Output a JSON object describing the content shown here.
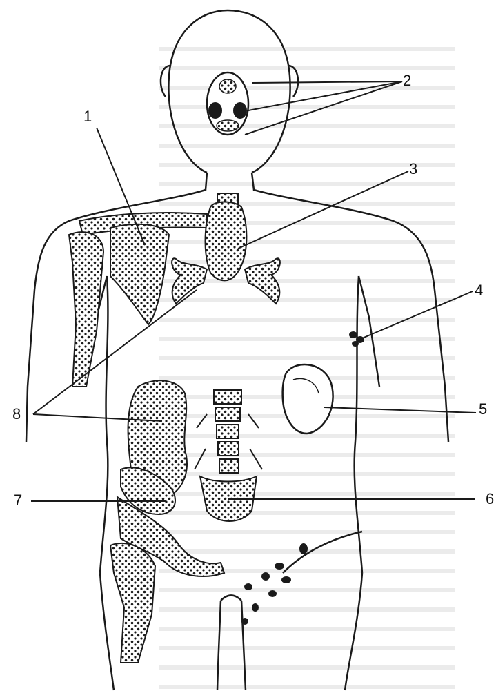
{
  "diagram": {
    "labels": [
      "1",
      "2",
      "3",
      "4",
      "5",
      "6",
      "7",
      "8"
    ],
    "colors": {
      "ink": "#1a1a1a",
      "paper": "#ffffff",
      "tissue": "#d9d9d9",
      "ghost_text": "#c8c8c8"
    }
  }
}
